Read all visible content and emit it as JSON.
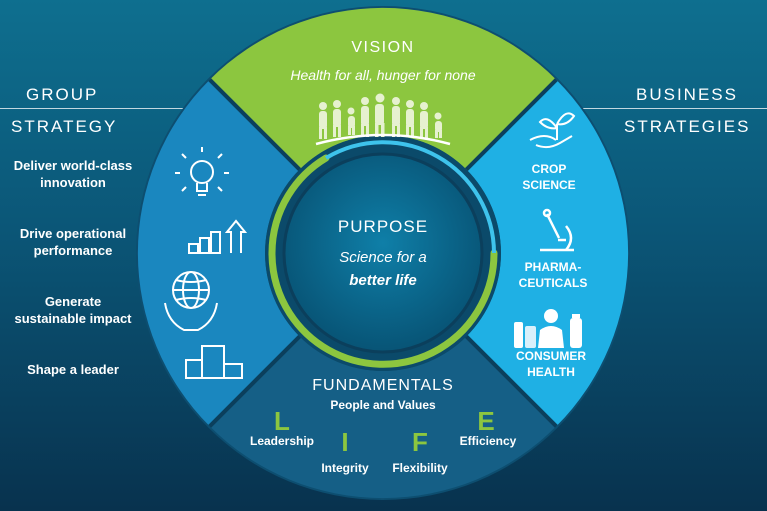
{
  "group_strategy": {
    "title_line1": "GROUP",
    "title_line2": "STRATEGY",
    "items": [
      {
        "line1": "Deliver world-class",
        "line2": "innovation",
        "icon": "lightbulb-icon"
      },
      {
        "line1": "Drive operational",
        "line2": "performance",
        "icon": "bar-growth-icon"
      },
      {
        "line1": "Generate",
        "line2": "sustainable impact",
        "icon": "globe-hands-icon"
      },
      {
        "line1": "Shape a leader",
        "line2": "",
        "icon": "podium-icon"
      }
    ]
  },
  "business_strategies": {
    "title_line1": "BUSINESS",
    "title_line2": "STRATEGIES",
    "items": [
      {
        "line1": "CROP",
        "line2": "SCIENCE",
        "icon": "seedling-hand-icon"
      },
      {
        "line1": "PHARMA-",
        "line2": "CEUTICALS",
        "icon": "microscope-icon"
      },
      {
        "line1": "CONSUMER",
        "line2": "HEALTH",
        "icon": "consumer-products-icon"
      }
    ]
  },
  "vision": {
    "title": "VISION",
    "subtitle": "Health for all, hunger for none",
    "icon": "people-group-icon"
  },
  "purpose": {
    "title": "PURPOSE",
    "line1": "Science for a",
    "line2": "better life"
  },
  "fundamentals": {
    "title": "FUNDAMENTALS",
    "subtitle": "People and Values",
    "letters": [
      "L",
      "I",
      "F",
      "E"
    ],
    "words": [
      "Leadership",
      "Integrity",
      "Flexibility",
      "Efficiency"
    ]
  },
  "colors": {
    "vision_green": "#8cc63f",
    "left_blue": "#1a87bf",
    "right_blue": "#1fb0e4",
    "bottom_teal": "#155f86",
    "letter_green": "#8cc63f"
  }
}
